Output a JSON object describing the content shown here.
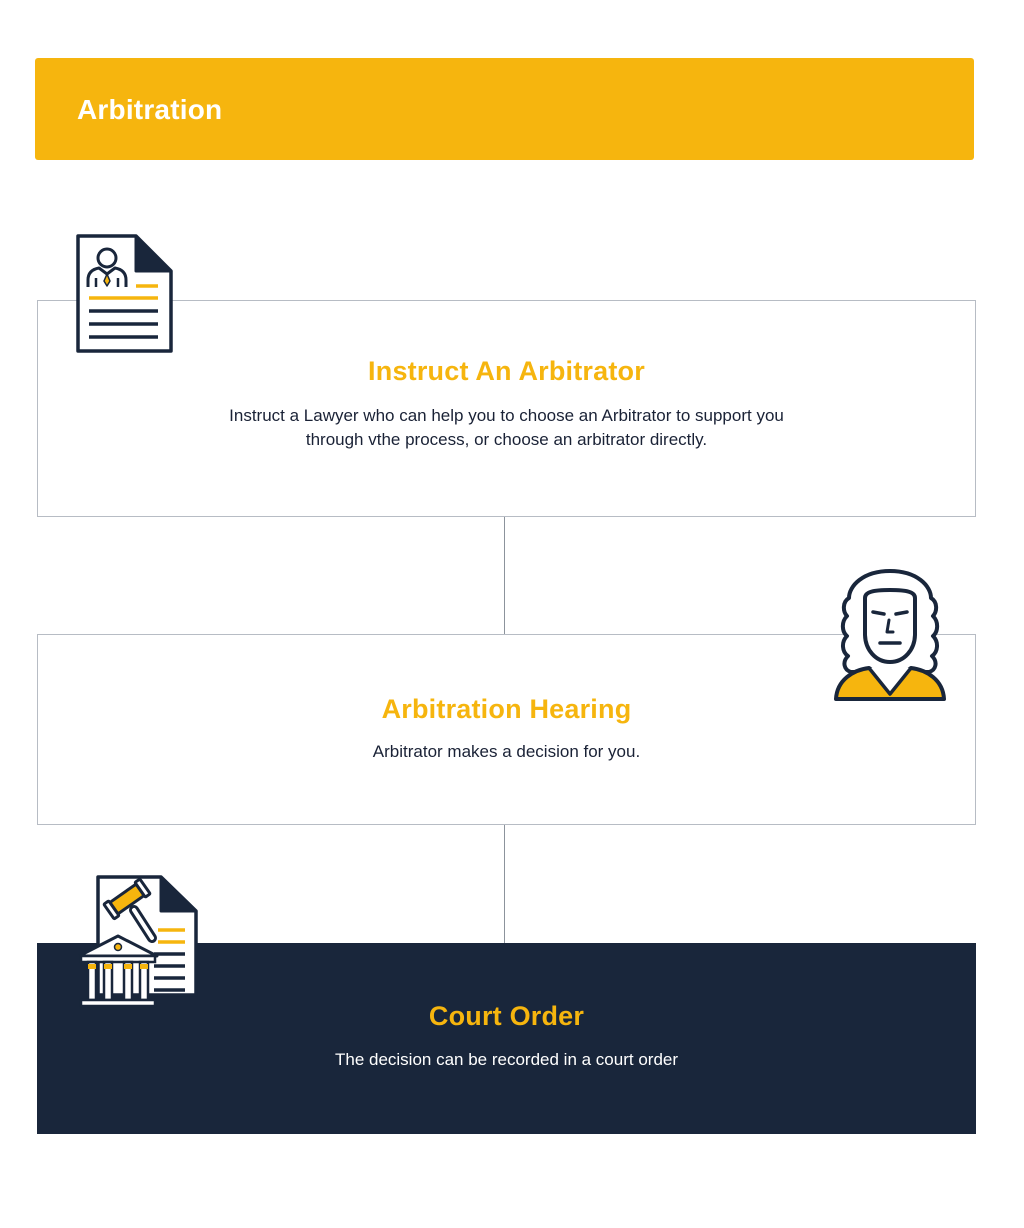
{
  "header": {
    "title": "Arbitration"
  },
  "steps": [
    {
      "title": "Instruct An Arbitrator",
      "description_line1": "Instruct a Lawyer who can help you to choose an Arbitrator to support you",
      "description_line2": "through vthe process, or choose an arbitrator directly.",
      "icon": "document-person-icon"
    },
    {
      "title": "Arbitration Hearing",
      "description": "Arbitrator makes a decision for you.",
      "icon": "judge-icon"
    },
    {
      "title": "Court Order",
      "description": "The decision can be recorded in a court order",
      "icon": "courthouse-gavel-icon"
    }
  ],
  "colors": {
    "accent": "#f6b50e",
    "navy": "#19263b",
    "border": "#b7bcc4",
    "text": "#1a2236"
  }
}
